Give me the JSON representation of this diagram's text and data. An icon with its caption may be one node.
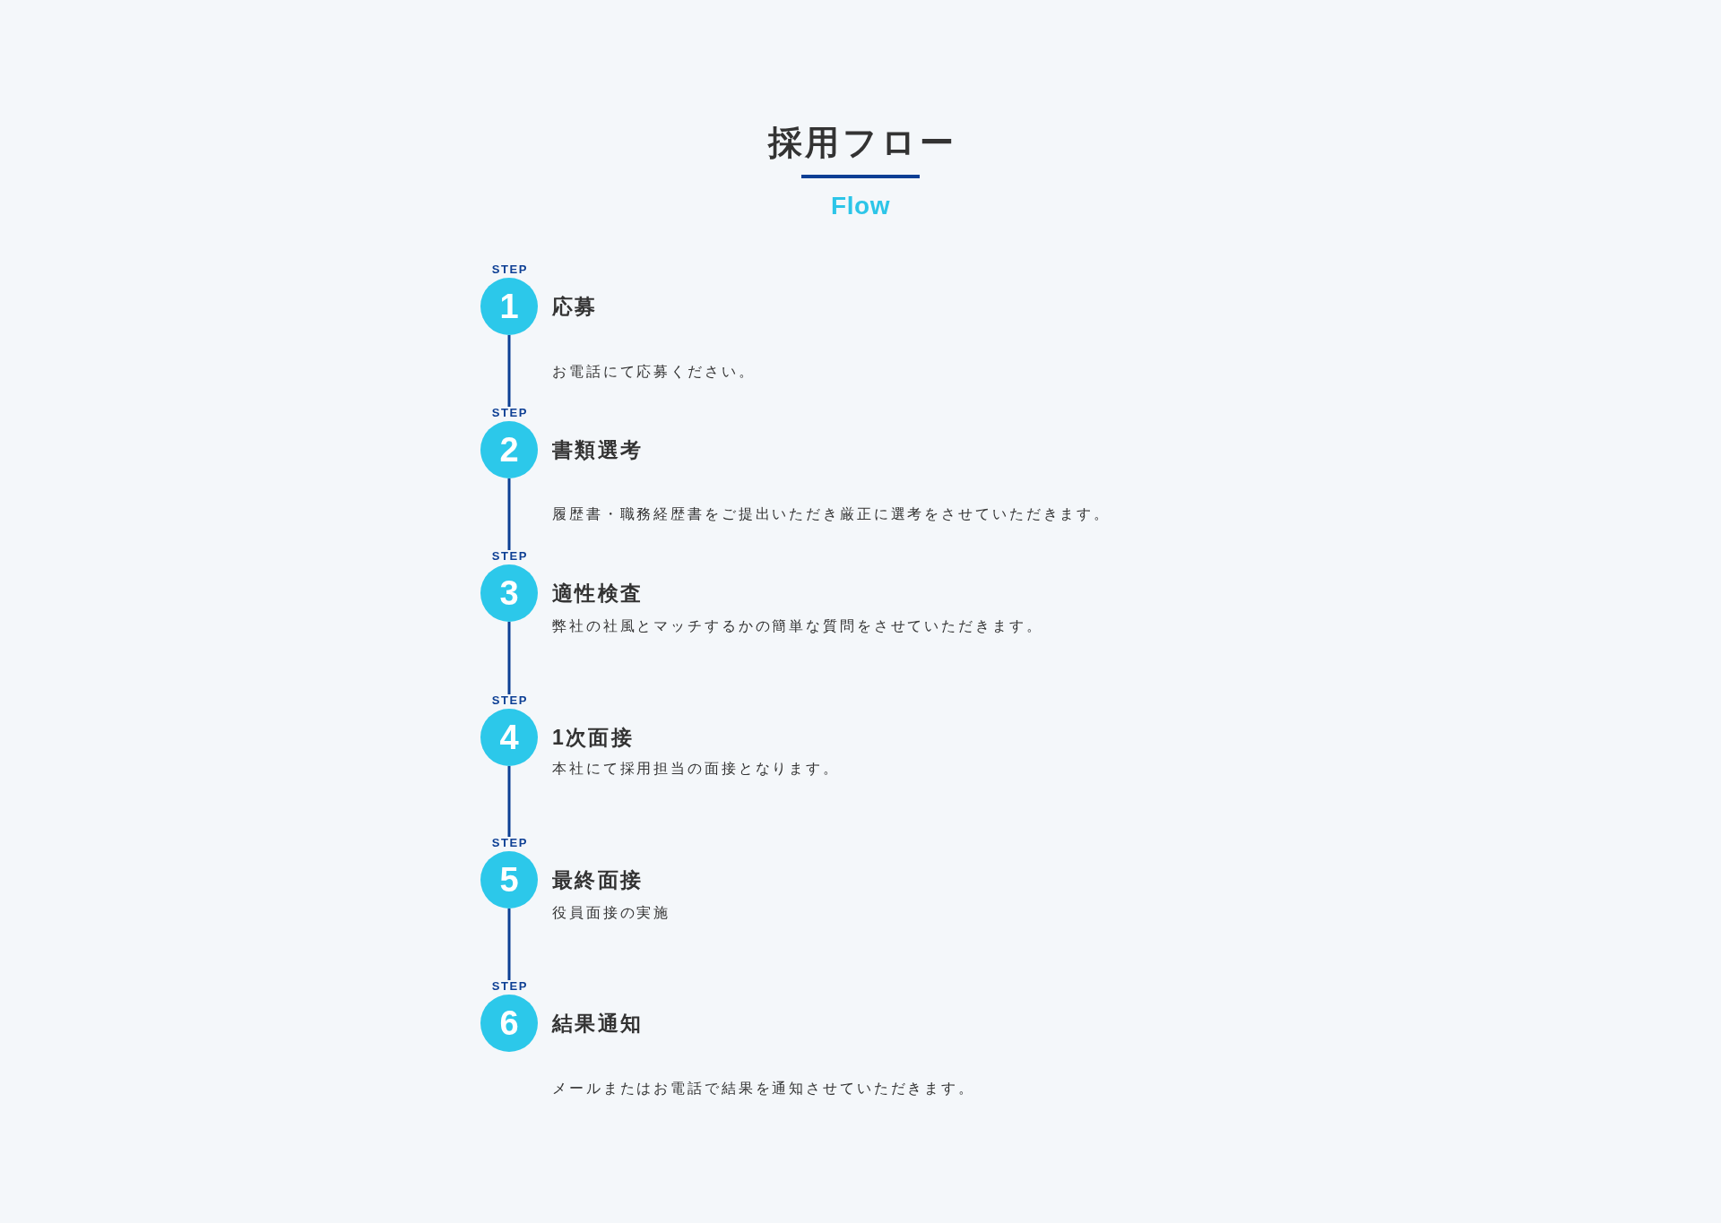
{
  "diagram": {
    "title": "採用フロー",
    "nodes": [
      {
        "text": [
          "STEP",
          "1"
        ],
        "beside": [
          "応募",
          "お電話にて応募ください。"
        ]
      },
      {
        "text": [
          "STEP",
          "2"
        ],
        "beside": [
          "書類選考",
          "履歴書・職務経歴書をご提出いただき厳正に選考をさせていただきます。"
        ]
      },
      {
        "text": [
          "STEP",
          "3"
        ],
        "beside": [
          "適性検査",
          "弊社の社風とマッチするかの簡単な質問をさせていただきます。"
        ]
      },
      {
        "text": [
          "STEP",
          "4"
        ],
        "beside": [
          "1次面接",
          "本社にて採用担当の面接となります。"
        ]
      },
      {
        "text": [
          "STEP",
          "5"
        ],
        "beside": [
          "最終面接",
          "役員面接の実施"
        ]
      },
      {
        "text": [
          "STEP",
          "6"
        ],
        "beside": [
          "結果通知",
          "メールまたはお電話で結果を通知させていただきます。"
        ]
      }
    ],
    "edges": [
      {
        "from": 0,
        "to": 1,
        "arrow": "none"
      },
      {
        "from": 1,
        "to": 2,
        "arrow": "none"
      },
      {
        "from": 2,
        "to": 3,
        "arrow": "none"
      },
      {
        "from": 3,
        "to": 4,
        "arrow": "none"
      },
      {
        "from": 4,
        "to": 5,
        "arrow": "none"
      }
    ],
    "labels": [
      "Flow"
    ]
  }
}
